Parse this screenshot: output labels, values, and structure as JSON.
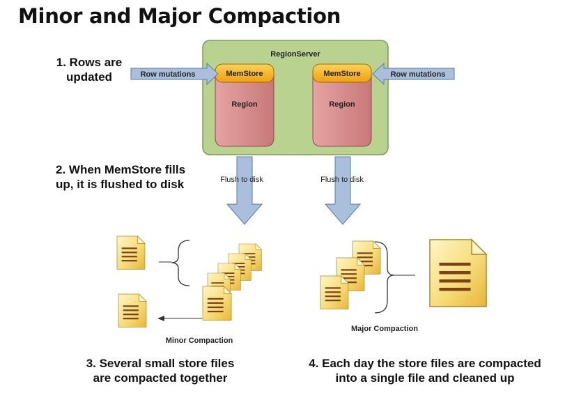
{
  "title": "Minor and Major Compaction",
  "steps": {
    "step1": [
      "1. Rows are",
      "updated"
    ],
    "step2": [
      "2. When MemStore fills",
      "up, it is flushed to disk"
    ],
    "step3": [
      "3. Several small store files",
      "are compacted together"
    ],
    "step4": [
      "4. Each day the store files are compacted",
      "into a single file and cleaned up"
    ]
  },
  "diagram": {
    "regionserver_label": "RegionServer",
    "memstore_label": "MemStore",
    "region_label": "Region",
    "row_mutations_label": "Row mutations",
    "flush_label": "Flush to disk",
    "minor_compaction_label": "Minor Compaction",
    "major_compaction_label": "Major Compaction"
  },
  "colors": {
    "regionserver_fill": "#b9d28f",
    "regionserver_stroke": "#7d9a55",
    "region_fill": "#d98a8a",
    "region_stroke": "#8a4a4a",
    "memstore_fill": "#f5b018",
    "arrow_fill": "#a9bfdc",
    "arrow_stroke": "#5b7aa8",
    "file_fill": "#f7dc7a",
    "file_line": "#7a4418"
  }
}
